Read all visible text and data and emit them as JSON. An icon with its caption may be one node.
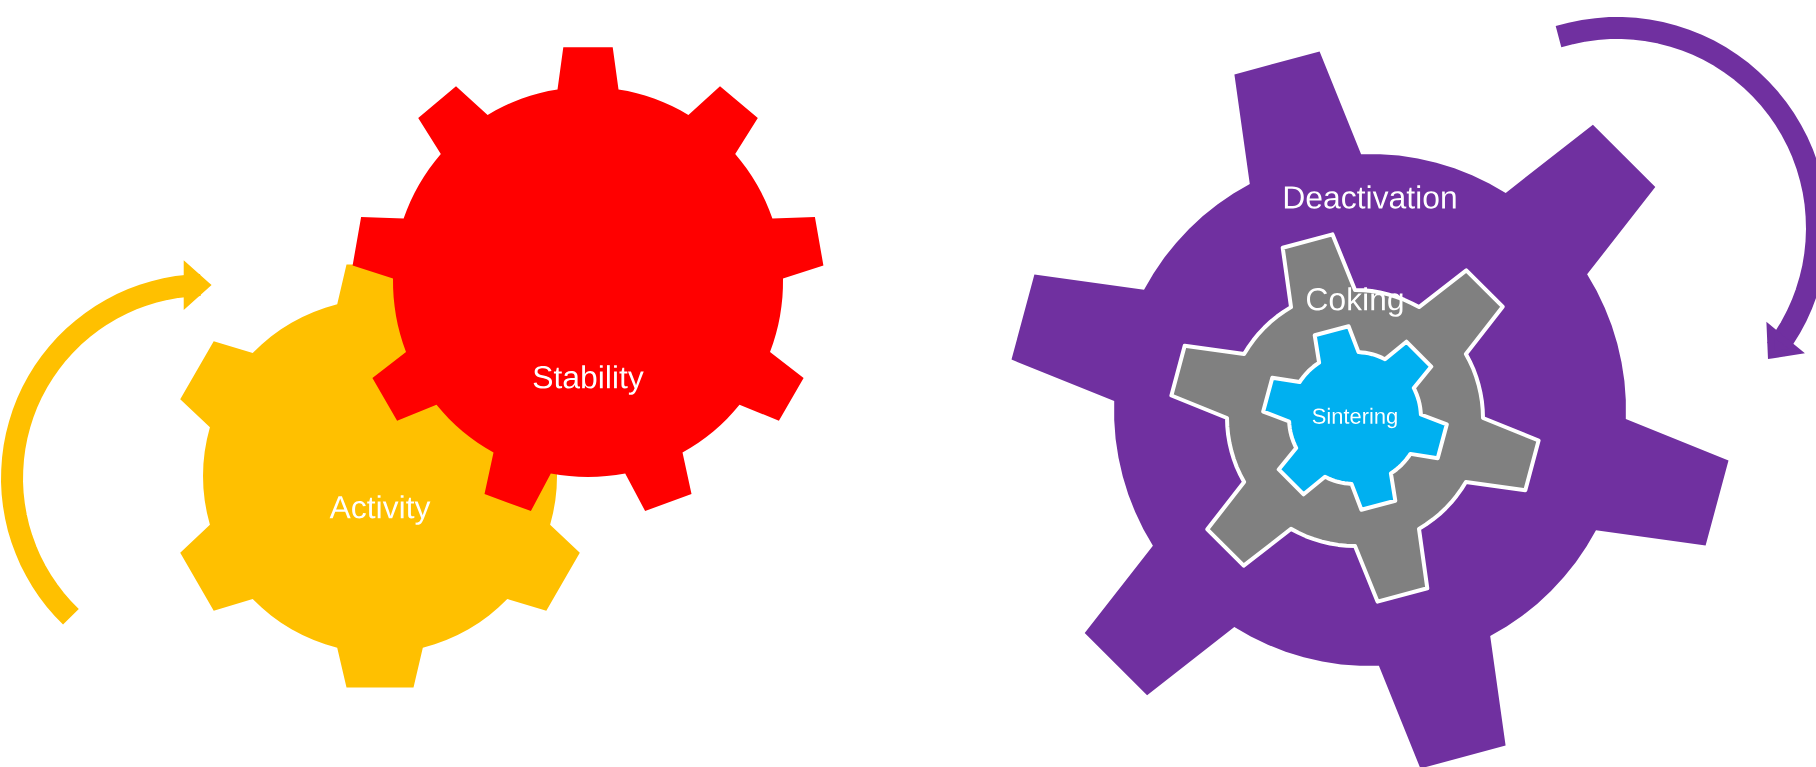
{
  "diagram": {
    "nodes": [
      {
        "text": [
          "Activity"
        ]
      },
      {
        "text": [
          "Stability"
        ]
      },
      {
        "text": [
          "Deactivation"
        ]
      },
      {
        "text": [
          "Coking"
        ],
        "in": 2
      },
      {
        "text": [
          "Sintering"
        ],
        "in": 3
      }
    ]
  }
}
